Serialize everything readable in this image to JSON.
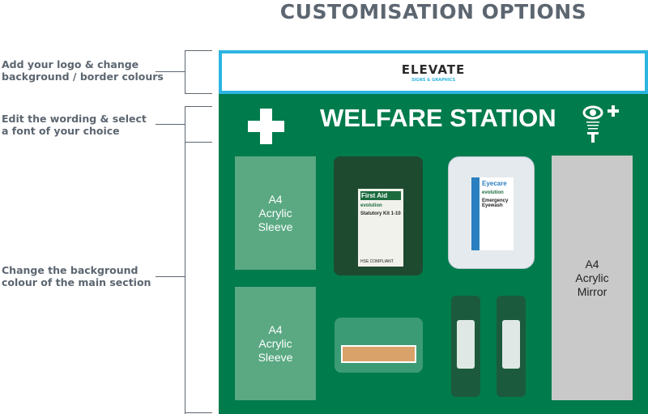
{
  "title": "CUSTOMISATION OPTIONS",
  "notes": [
    {
      "line1": "Add your logo & change",
      "line2": "background / border colours"
    },
    {
      "line1": "Edit the wording & select",
      "line2": "a font of your choice"
    },
    {
      "line1": "Change the background",
      "line2": "colour of the main section"
    }
  ],
  "header": {
    "logo_main": "ELEVATE",
    "logo_sub": "SIGNS & GRAPHICS"
  },
  "board": {
    "title": "WELFARE STATION",
    "sleeve1": [
      "A4",
      "Acrylic",
      "Sleeve"
    ],
    "sleeve2": [
      "A4",
      "Acrylic",
      "Sleeve"
    ],
    "mirror": [
      "A4",
      "Acrylic",
      "Mirror"
    ],
    "first_aid_kit": {
      "label": "First Aid",
      "kit": "Statutory Kit 1-10",
      "brand": "evolution",
      "note": "HSE COMPLIANT"
    },
    "eyewash": {
      "label": "Eyecare",
      "kit": "Emergency Eyewash",
      "brand": "evolution"
    }
  },
  "colors": {
    "green": "#007b4c",
    "border": "#2cb5e1",
    "text": "#5c6670"
  }
}
